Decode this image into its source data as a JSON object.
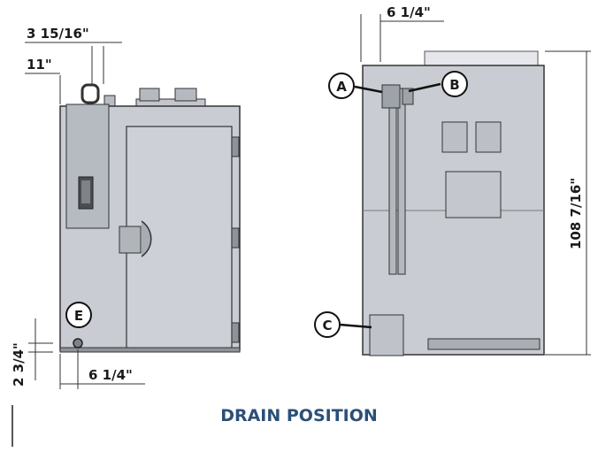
{
  "title": "DRAIN POSITION",
  "dimensions": {
    "hood_top": "3 15/16\"",
    "hood_side": "11\"",
    "base_height": "2 3/4\"",
    "drain_offset_front": "6 1/4\"",
    "rear_top_offset": "6 1/4\"",
    "overall_height": "108 7/16\""
  },
  "callouts": {
    "a": "A",
    "b": "B",
    "c": "C",
    "e": "E"
  },
  "colors": {
    "body": "#c9ccd2",
    "body_dark": "#a9adb4",
    "outline": "#333333",
    "title": "#2b4f78"
  }
}
